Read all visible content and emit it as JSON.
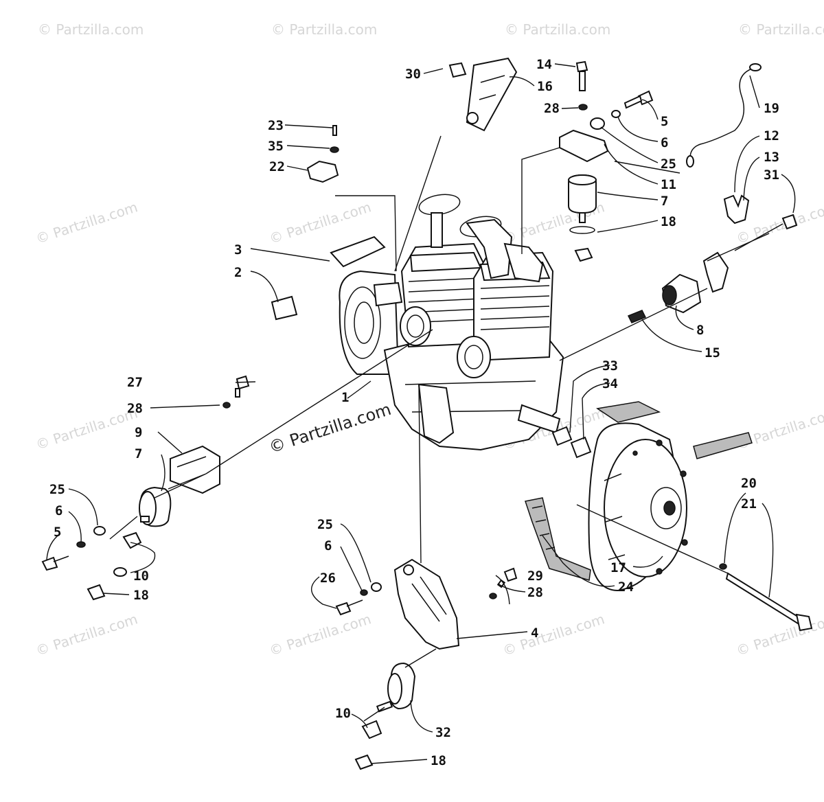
{
  "watermark": "© Partzilla.com",
  "center_watermark": "© Partzilla.com",
  "callouts": [
    "1",
    "2",
    "3",
    "4",
    "5",
    "6",
    "7",
    "8",
    "9",
    "10",
    "11",
    "12",
    "13",
    "14",
    "15",
    "16",
    "17",
    "18",
    "19",
    "20",
    "21",
    "22",
    "23",
    "24",
    "25",
    "26",
    "27",
    "28",
    "29",
    "30",
    "31",
    "32",
    "33",
    "34",
    "35"
  ]
}
